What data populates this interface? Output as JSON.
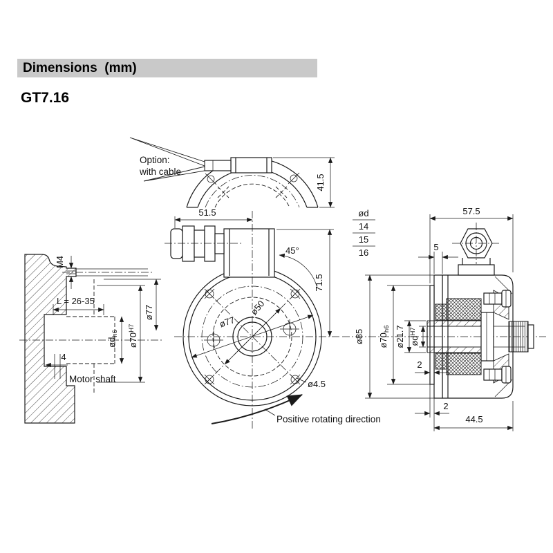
{
  "header": {
    "title": "Dimensions  (mm)"
  },
  "model": "GT7.16",
  "colors": {
    "header_bg": "#c9c9c9",
    "line": "#1a1a1a",
    "background": "#ffffff"
  },
  "side_view": {
    "m4": "M4",
    "l_range": "L = 26-35",
    "dd": "ød",
    "dd_tol": "h6",
    "d70": "ø70",
    "d70_tol": "H7",
    "d77": "ø77",
    "step": "4",
    "motor_shaft": "Motor shaft"
  },
  "front_view": {
    "option_line1": "Option:",
    "option_line2": "with cable",
    "width": "51.5",
    "top_height": "41.5",
    "angle": "45°",
    "height": "71.5",
    "d50": "ø50",
    "d77": "ø77",
    "hole": "ø4.5",
    "rotation_note": "Positive rotating direction"
  },
  "section_view": {
    "table_header": "ød",
    "table_rows": [
      "14",
      "15",
      "16"
    ],
    "width": "57.5",
    "flange": "5",
    "d85": "ø85",
    "d70": "ø70",
    "d70_tol": "h6",
    "d217": "ø21.7",
    "dd": "ød",
    "dd_tol": "H7",
    "offset_a": "2",
    "offset_b": "2",
    "depth": "44.5"
  }
}
